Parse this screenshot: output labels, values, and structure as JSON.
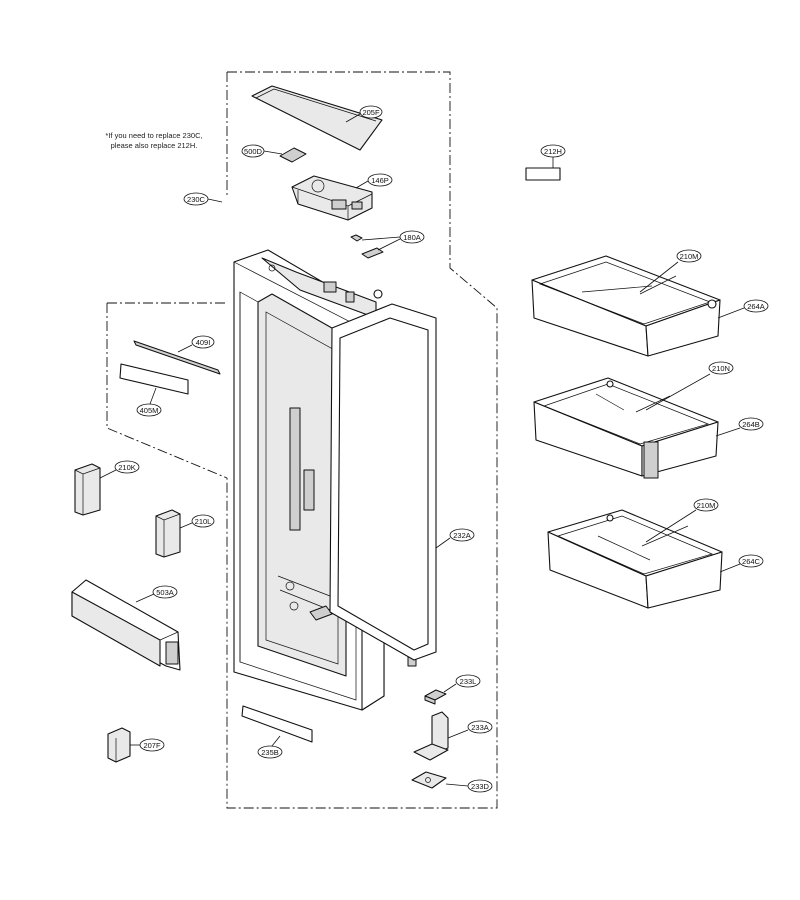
{
  "note": {
    "line1": "*If you need to replace 230C,",
    "line2": "please also replace 212H."
  },
  "parts": [
    {
      "id": "205F",
      "label": "205F"
    },
    {
      "id": "500D",
      "label": "500D"
    },
    {
      "id": "146P",
      "label": "146P"
    },
    {
      "id": "230C",
      "label": "230C"
    },
    {
      "id": "180A",
      "label": "180A"
    },
    {
      "id": "212H",
      "label": "212H"
    },
    {
      "id": "210M_a",
      "label": "210M"
    },
    {
      "id": "264A",
      "label": "264A"
    },
    {
      "id": "409I",
      "label": "409I"
    },
    {
      "id": "405M",
      "label": "405M"
    },
    {
      "id": "210N",
      "label": "210N"
    },
    {
      "id": "264B",
      "label": "264B"
    },
    {
      "id": "210K",
      "label": "210K"
    },
    {
      "id": "210L",
      "label": "210L"
    },
    {
      "id": "210M_b",
      "label": "210M"
    },
    {
      "id": "232A",
      "label": "232A"
    },
    {
      "id": "264C",
      "label": "264C"
    },
    {
      "id": "503A",
      "label": "503A"
    },
    {
      "id": "233L",
      "label": "233L"
    },
    {
      "id": "233A",
      "label": "233A"
    },
    {
      "id": "207F",
      "label": "207F"
    },
    {
      "id": "235B",
      "label": "235B"
    },
    {
      "id": "233D",
      "label": "233D"
    }
  ]
}
